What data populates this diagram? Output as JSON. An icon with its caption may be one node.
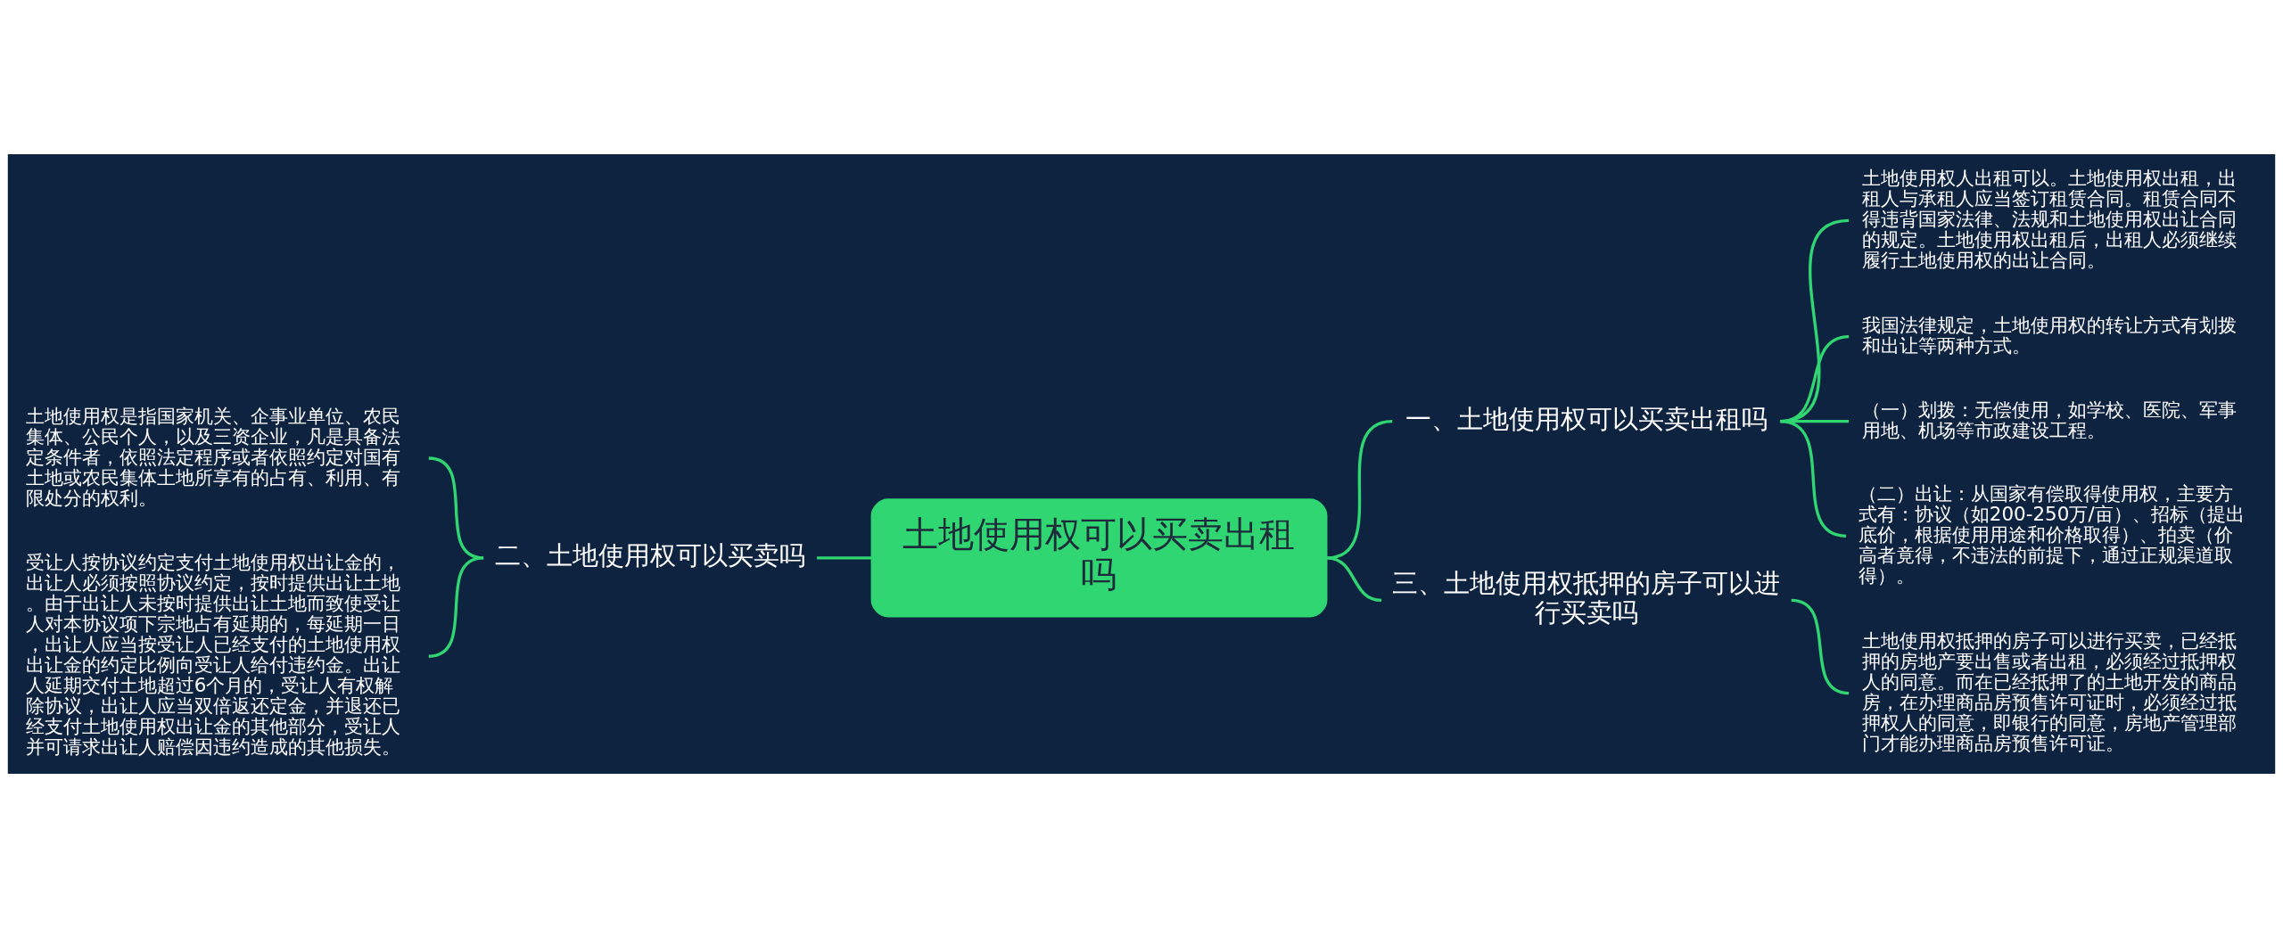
{
  "diagram": {
    "nodes": [
      {
        "text": [
          "土地使用权可以买卖出租吗"
        ]
      },
      {
        "text": [
          "一、土地使用权可以买卖出租吗"
        ]
      },
      {
        "text": [
          "土地使用权人出租可以。土地使用权出租，出租人与承租人应当签订租赁合同。租赁合同不得违背国家法律、法规和土地使用权出让合同的规定。土地使用权出租后，出租人必须继续履行土地使用权的出让合同。"
        ]
      },
      {
        "text": [
          "我国法律规定，土地使用权的转让方式有划拨和出让等两种方式。"
        ]
      },
      {
        "text": [
          "（一）划拨：无偿使用，如学校、医院、军事用地、机场等市政建设工程。"
        ]
      },
      {
        "text": [
          "（二）出让：从国家有偿取得使用权，主要方式有：协议（如200-250万/亩）、招标（提出底价，根据使用用途和价格取得）、拍卖（价高者竟得，不违法的前提下，通过正规渠道取得）。"
        ]
      },
      {
        "text": [
          "三、土地使用权抵押的房子可以进行买卖吗"
        ]
      },
      {
        "text": [
          "土地使用权抵押的房子可以进行买卖，已经抵押的房地产要出售或者出租，必须经过抵押权人的同意。而在已经抵押了的土地开发的商品房，在办理商品房预售许可证时，必须经过抵押权人的同意，即银行的同意，房地产管理部门才能办理商品房预售许可证。"
        ]
      },
      {
        "text": [
          "二、土地使用权可以买卖吗"
        ]
      },
      {
        "text": [
          "土地使用权是指国家机关、企事业单位、农民集体、公民个人，以及三资企业，凡是具备法定条件者，依照法定程序或者依照约定对国有土地或农民集体土地所享有的占有、利用、有限处分的权利。"
        ]
      },
      {
        "text": [
          "受让人按协议约定支付土地使用权出让金的，出让人必须按照协议约定，按时提供出让土地。由于出让人未按时提供出让土地而致使受让人对本协议项下宗地占有延期的，每延期一日，出让人应当按受让人已经支付的土地使用权出让金的约定比例向受让人给付违约金。出让人延期交付土地超过6个月的，受让人有权解除协议，出让人应当双倍返还定金，并退还已经支付土地使用权出让金的其他部分，受让人并可请求出让人赔偿因违约造成的其他损失。"
        ]
      }
    ],
    "edges": [
      {
        "from": 0,
        "to": 1,
        "arrow": "none"
      },
      {
        "from": 1,
        "to": 2,
        "arrow": "none"
      },
      {
        "from": 1,
        "to": 3,
        "arrow": "none"
      },
      {
        "from": 1,
        "to": 4,
        "arrow": "none"
      },
      {
        "from": 1,
        "to": 5,
        "arrow": "none"
      },
      {
        "from": 0,
        "to": 6,
        "arrow": "none"
      },
      {
        "from": 6,
        "to": 7,
        "arrow": "none"
      },
      {
        "from": 0,
        "to": 8,
        "arrow": "none"
      },
      {
        "from": 8,
        "to": 9,
        "arrow": "none"
      },
      {
        "from": 8,
        "to": 10,
        "arrow": "none"
      }
    ]
  }
}
